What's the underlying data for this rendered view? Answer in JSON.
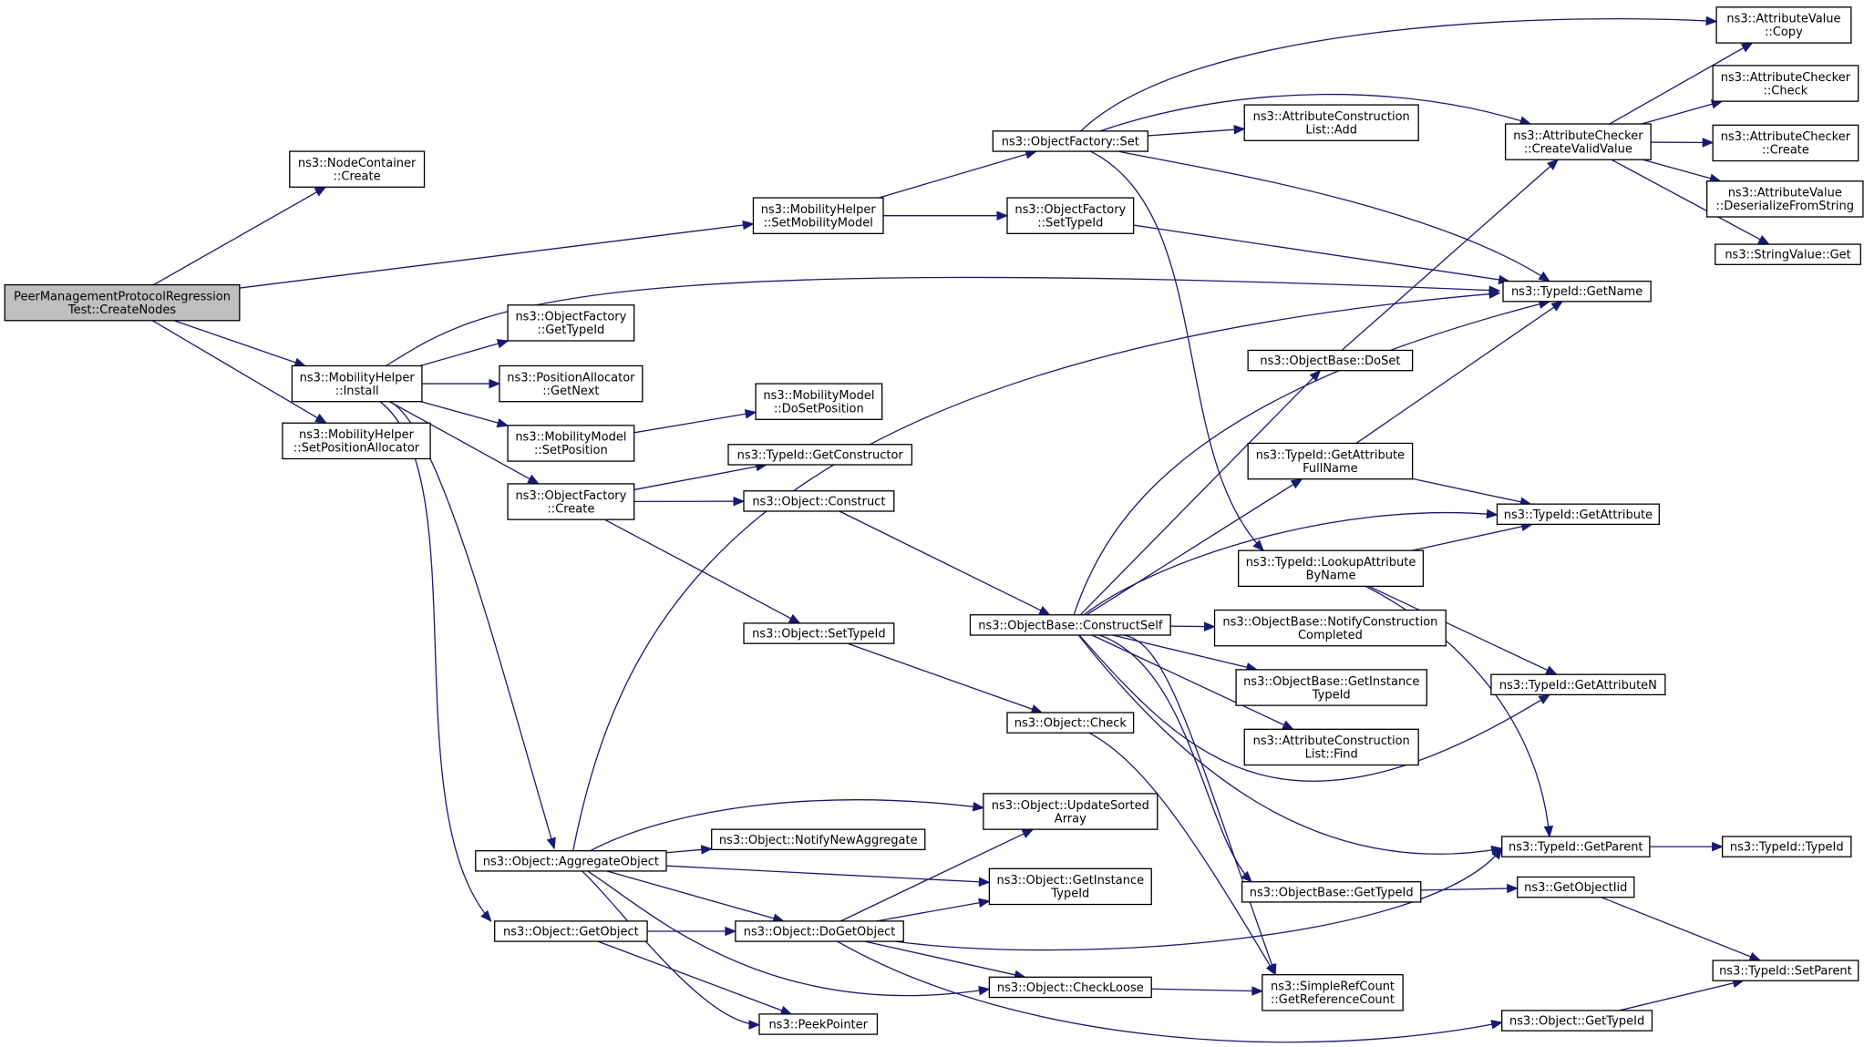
{
  "nodes": [
    {
      "id": "root",
      "lines": [
        "PeerManagementProtocolRegression",
        "Test::CreateNodes"
      ],
      "root": true
    },
    {
      "id": "nc_create",
      "lines": [
        "ns3::NodeContainer",
        "::Create"
      ]
    },
    {
      "id": "mh_setmm",
      "lines": [
        "ns3::MobilityHelper",
        "::SetMobilityModel"
      ]
    },
    {
      "id": "mh_install",
      "lines": [
        "ns3::MobilityHelper",
        "::Install"
      ]
    },
    {
      "id": "mh_setpa",
      "lines": [
        "ns3::MobilityHelper",
        "::SetPositionAllocator"
      ]
    },
    {
      "id": "of_set",
      "lines": [
        "ns3::ObjectFactory::Set"
      ]
    },
    {
      "id": "acl_add",
      "lines": [
        "ns3::AttributeConstruction",
        "List::Add"
      ]
    },
    {
      "id": "of_settypeid",
      "lines": [
        "ns3::ObjectFactory",
        "::SetTypeId"
      ]
    },
    {
      "id": "of_gettypeid",
      "lines": [
        "ns3::ObjectFactory",
        "::GetTypeId"
      ]
    },
    {
      "id": "pa_getnext",
      "lines": [
        "ns3::PositionAllocator",
        "::GetNext"
      ]
    },
    {
      "id": "mm_setpos",
      "lines": [
        "ns3::MobilityModel",
        "::SetPosition"
      ]
    },
    {
      "id": "mm_dosetpos",
      "lines": [
        "ns3::MobilityModel",
        "::DoSetPosition"
      ]
    },
    {
      "id": "of_create",
      "lines": [
        "ns3::ObjectFactory",
        "::Create"
      ]
    },
    {
      "id": "tid_getctor",
      "lines": [
        "ns3::TypeId::GetConstructor"
      ]
    },
    {
      "id": "obj_construct",
      "lines": [
        "ns3::Object::Construct"
      ]
    },
    {
      "id": "obj_settypeid",
      "lines": [
        "ns3::Object::SetTypeId"
      ]
    },
    {
      "id": "ob_constructself",
      "lines": [
        "ns3::ObjectBase::ConstructSelf"
      ]
    },
    {
      "id": "obj_check",
      "lines": [
        "ns3::Object::Check"
      ]
    },
    {
      "id": "obj_aggregate",
      "lines": [
        "ns3::Object::AggregateObject"
      ]
    },
    {
      "id": "obj_notifynewagg",
      "lines": [
        "ns3::Object::NotifyNewAggregate"
      ]
    },
    {
      "id": "obj_updatesorted",
      "lines": [
        "ns3::Object::UpdateSorted",
        "Array"
      ]
    },
    {
      "id": "obj_getinstancetid",
      "lines": [
        "ns3::Object::GetInstance",
        "TypeId"
      ]
    },
    {
      "id": "obj_getobject",
      "lines": [
        "ns3::Object::GetObject"
      ]
    },
    {
      "id": "obj_dogetobject",
      "lines": [
        "ns3::Object::DoGetObject"
      ]
    },
    {
      "id": "obj_checkloose",
      "lines": [
        "ns3::Object::CheckLoose"
      ]
    },
    {
      "id": "peekpointer",
      "lines": [
        "ns3::PeekPointer"
      ]
    },
    {
      "id": "src_getrefcount",
      "lines": [
        "ns3::SimpleRefCount",
        "::GetReferenceCount"
      ]
    },
    {
      "id": "ob_doset",
      "lines": [
        "ns3::ObjectBase::DoSet"
      ]
    },
    {
      "id": "tid_getattrfullname",
      "lines": [
        "ns3::TypeId::GetAttribute",
        "FullName"
      ]
    },
    {
      "id": "tid_lookupattr",
      "lines": [
        "ns3::TypeId::LookupAttribute",
        "ByName"
      ]
    },
    {
      "id": "ob_notifyconstr",
      "lines": [
        "ns3::ObjectBase::NotifyConstruction",
        "Completed"
      ]
    },
    {
      "id": "ob_getinstancetid",
      "lines": [
        "ns3::ObjectBase::GetInstance",
        "TypeId"
      ]
    },
    {
      "id": "acl_find",
      "lines": [
        "ns3::AttributeConstruction",
        "List::Find"
      ]
    },
    {
      "id": "ob_gettypeid",
      "lines": [
        "ns3::ObjectBase::GetTypeId"
      ]
    },
    {
      "id": "obj_gettypeid",
      "lines": [
        "ns3::Object::GetTypeId"
      ]
    },
    {
      "id": "ac_createvalid",
      "lines": [
        "ns3::AttributeChecker",
        "::CreateValidValue"
      ]
    },
    {
      "id": "tid_getname",
      "lines": [
        "ns3::TypeId::GetName"
      ]
    },
    {
      "id": "tid_getattribute",
      "lines": [
        "ns3::TypeId::GetAttribute"
      ]
    },
    {
      "id": "tid_getattributen",
      "lines": [
        "ns3::TypeId::GetAttributeN"
      ]
    },
    {
      "id": "tid_getparent",
      "lines": [
        "ns3::TypeId::GetParent"
      ]
    },
    {
      "id": "getobjectiid",
      "lines": [
        "ns3::GetObjectIid"
      ]
    },
    {
      "id": "av_copy",
      "lines": [
        "ns3::AttributeValue",
        "::Copy"
      ]
    },
    {
      "id": "ac_check",
      "lines": [
        "ns3::AttributeChecker",
        "::Check"
      ]
    },
    {
      "id": "ac_create",
      "lines": [
        "ns3::AttributeChecker",
        "::Create"
      ]
    },
    {
      "id": "av_deser",
      "lines": [
        "ns3::AttributeValue",
        "::DeserializeFromString"
      ]
    },
    {
      "id": "sv_get",
      "lines": [
        "ns3::StringValue::Get"
      ]
    },
    {
      "id": "tid_typeid",
      "lines": [
        "ns3::TypeId::TypeId"
      ]
    },
    {
      "id": "tid_setparent",
      "lines": [
        "ns3::TypeId::SetParent"
      ]
    }
  ]
}
